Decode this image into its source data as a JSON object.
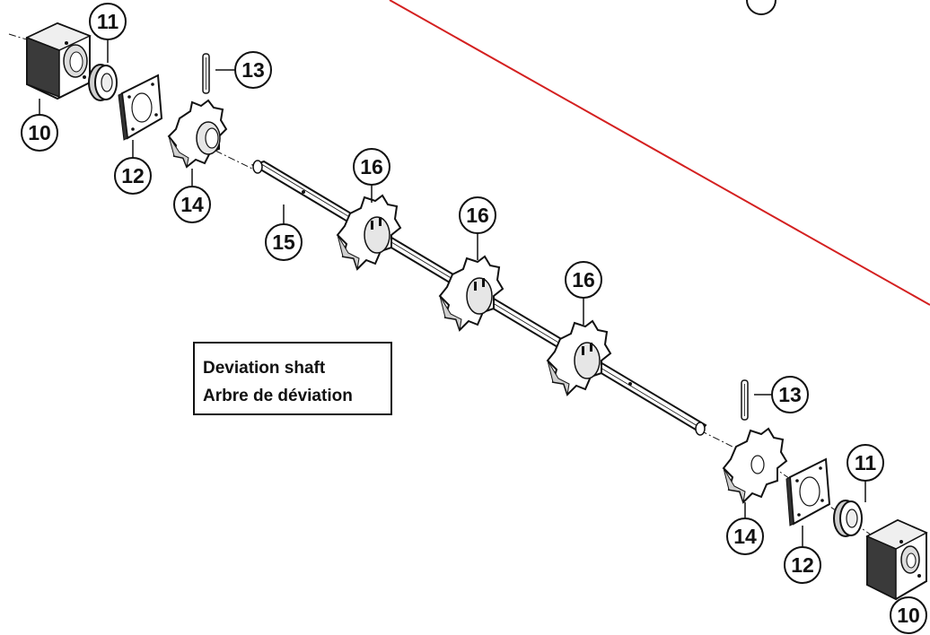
{
  "title_box": {
    "line1": "Deviation shaft",
    "line2": "Arbre de déviation"
  },
  "callouts": {
    "bearing_block_left": "10",
    "bearing_block_right": "10",
    "seal_ring_left": "11",
    "seal_ring_right": "11",
    "gasket_plate_left": "12",
    "gasket_plate_right": "12",
    "pin_left": "13",
    "pin_right": "13",
    "end_sprocket_left": "14",
    "end_sprocket_right": "14",
    "shaft": "15",
    "sprocket_1": "16",
    "sprocket_2": "16",
    "sprocket_3": "16"
  },
  "colors": {
    "line": "#111111",
    "red_line": "#d42020",
    "part_fill": "#ffffff",
    "shade": "#e9e9e9",
    "dark": "#222222"
  }
}
